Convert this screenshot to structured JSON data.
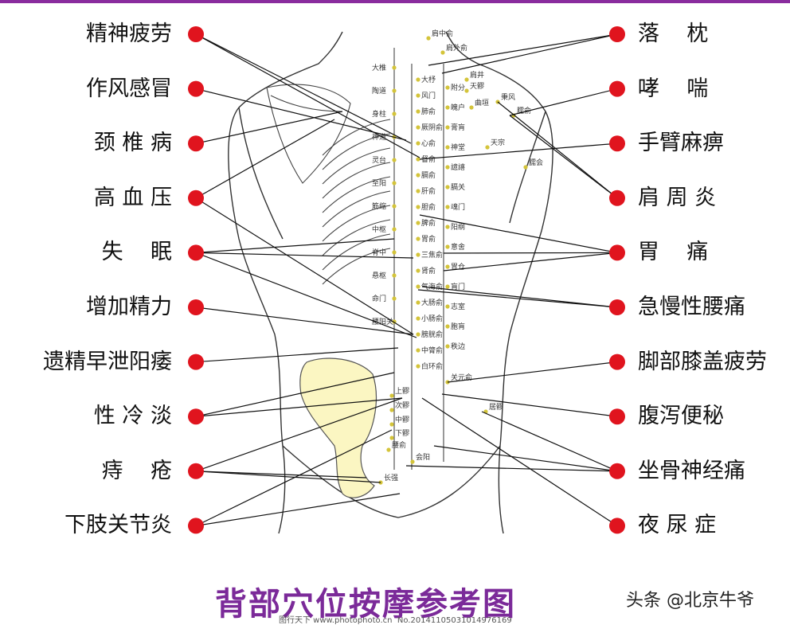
{
  "title": "背部穴位按摩参考图",
  "watermark": "头条 @北京牛爷",
  "credit": "图行天下 www.photophoto.cn  No.20141105031014976169",
  "colors": {
    "dot": "#e0141e",
    "bone": "#fbf6c2",
    "title": "#7b2a99",
    "acupoint": "#d4c43a"
  },
  "left_labels": [
    {
      "text": "精神疲劳",
      "targets": [
        "p1",
        "p2"
      ]
    },
    {
      "text": "作风感冒",
      "targets": [
        "p3"
      ]
    },
    {
      "text": "颈 椎 病",
      "targets": [
        "p4"
      ]
    },
    {
      "text": "高 血 压",
      "targets": [
        "p5",
        "p6"
      ]
    },
    {
      "text": "失    眠",
      "targets": [
        "p7",
        "p8",
        "p9"
      ]
    },
    {
      "text": "增加精力",
      "targets": [
        "p10"
      ]
    },
    {
      "text": "遗精早泄阳痿",
      "targets": [
        "p11"
      ]
    },
    {
      "text": "性 冷 淡",
      "targets": [
        "p12",
        "p13"
      ]
    },
    {
      "text": "痔    疮",
      "targets": [
        "p13",
        "p14",
        "p15"
      ]
    },
    {
      "text": "下肢关节炎",
      "targets": [
        "p16",
        "p17"
      ]
    }
  ],
  "right_labels": [
    {
      "text": "落    枕",
      "targets": [
        "q1",
        "q2"
      ]
    },
    {
      "text": "哮    喘",
      "targets": [
        "q3"
      ]
    },
    {
      "text": "手臂麻痹",
      "targets": [
        "q4"
      ]
    },
    {
      "text": "肩 周 炎",
      "targets": [
        "q5",
        "q6"
      ]
    },
    {
      "text": "胃    痛",
      "targets": [
        "q7",
        "q8",
        "q9"
      ]
    },
    {
      "text": "急慢性腰痛",
      "targets": [
        "q10",
        "q11"
      ]
    },
    {
      "text": "脚部膝盖疲劳",
      "targets": [
        "q12"
      ]
    },
    {
      "text": "腹泻便秘",
      "targets": [
        "q13"
      ]
    },
    {
      "text": "坐骨神经痛",
      "targets": [
        "q14",
        "q15",
        "q16"
      ]
    },
    {
      "text": "夜 尿 症",
      "targets": [
        "q17"
      ]
    }
  ],
  "acupoints": [
    {
      "t": "大椎",
      "side": "L"
    },
    {
      "t": "陶道",
      "side": "L"
    },
    {
      "t": "身柱",
      "side": "L"
    },
    {
      "t": "神道",
      "side": "L"
    },
    {
      "t": "灵台",
      "side": "L"
    },
    {
      "t": "至阳",
      "side": "L"
    },
    {
      "t": "筋缩",
      "side": "L"
    },
    {
      "t": "中枢",
      "side": "L"
    },
    {
      "t": "脊中",
      "side": "L"
    },
    {
      "t": "悬枢",
      "side": "L"
    },
    {
      "t": "命门",
      "side": "L"
    },
    {
      "t": "腰阳关",
      "side": "L"
    },
    {
      "t": "大杼",
      "side": "M"
    },
    {
      "t": "风门",
      "side": "M"
    },
    {
      "t": "肺俞",
      "side": "M"
    },
    {
      "t": "厥阴俞",
      "side": "M"
    },
    {
      "t": "心俞",
      "side": "M"
    },
    {
      "t": "督俞",
      "side": "M"
    },
    {
      "t": "膈俞",
      "side": "M"
    },
    {
      "t": "肝俞",
      "side": "M"
    },
    {
      "t": "胆俞",
      "side": "M"
    },
    {
      "t": "脾俞",
      "side": "M"
    },
    {
      "t": "胃俞",
      "side": "M"
    },
    {
      "t": "三焦俞",
      "side": "M"
    },
    {
      "t": "肾俞",
      "side": "M"
    },
    {
      "t": "气海俞",
      "side": "M"
    },
    {
      "t": "大肠俞",
      "side": "M"
    },
    {
      "t": "小肠俞",
      "side": "M"
    },
    {
      "t": "膀胱俞",
      "side": "M"
    },
    {
      "t": "中膂俞",
      "side": "M"
    },
    {
      "t": "白环俞",
      "side": "M"
    },
    {
      "t": "附分",
      "side": "R"
    },
    {
      "t": "魄户",
      "side": "R"
    },
    {
      "t": "膏肓",
      "side": "R"
    },
    {
      "t": "神堂",
      "side": "R"
    },
    {
      "t": "譩譆",
      "side": "R"
    },
    {
      "t": "膈关",
      "side": "R"
    },
    {
      "t": "魂门",
      "side": "R"
    },
    {
      "t": "阳纲",
      "side": "R"
    },
    {
      "t": "意舍",
      "side": "R"
    },
    {
      "t": "胃仓",
      "side": "R"
    },
    {
      "t": "肓门",
      "side": "R"
    },
    {
      "t": "志室",
      "side": "R"
    },
    {
      "t": "胞肓",
      "side": "R"
    },
    {
      "t": "秩边",
      "side": "R"
    }
  ],
  "other_points": [
    "肩中俞",
    "肩外俞",
    "肩井",
    "天髎",
    "曲垣",
    "秉风",
    "臑俞",
    "天宗",
    "臑会",
    "关元俞",
    "居髎",
    "上髎",
    "次髎",
    "中髎",
    "下髎",
    "腰俞",
    "会阳",
    "长强"
  ]
}
